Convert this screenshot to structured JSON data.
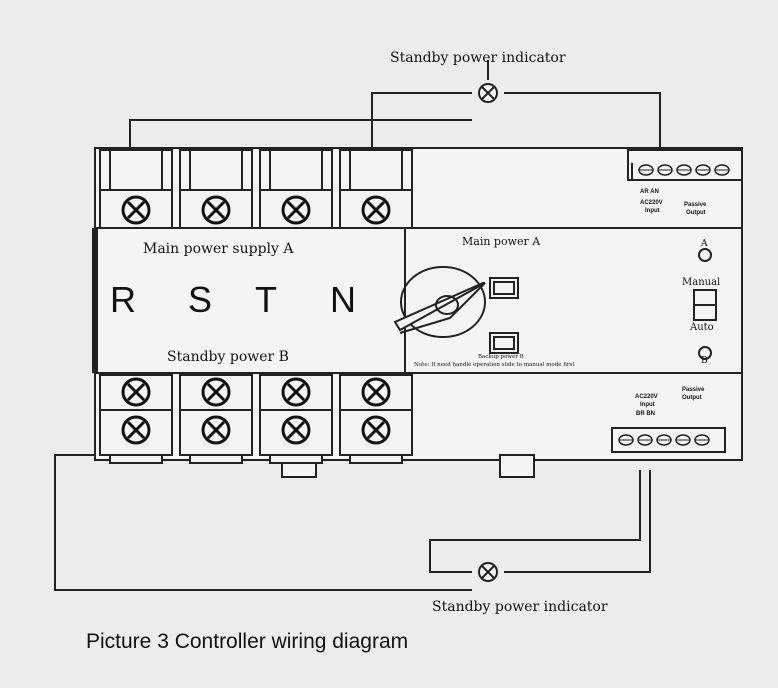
{
  "labels": {
    "standby_indicator_top": "Standby power indicator",
    "standby_indicator_bottom": "Standby power indicator",
    "main_supply_a": "Main power supply A",
    "standby_power_b": "Standby power B",
    "phases": [
      "R",
      "S",
      "T",
      "N"
    ],
    "main_power_a": "Main power A",
    "backup_power_b": "Backup power B",
    "note": "Note: If need handle operation slide to manual mode first",
    "indicator_a": "A",
    "indicator_b": "B",
    "manual": "Manual",
    "auto": "Auto",
    "top_terminal": {
      "pins": "AR  AN",
      "input": "AC220V",
      "input2": "Input",
      "output": "Passive",
      "output2": "Output"
    },
    "bottom_terminal": {
      "input": "AC220V",
      "input2": "Input",
      "pins": "BR BN",
      "output": "Passive",
      "output2": "Output"
    }
  },
  "caption": "Picture 3 Controller wiring diagram"
}
